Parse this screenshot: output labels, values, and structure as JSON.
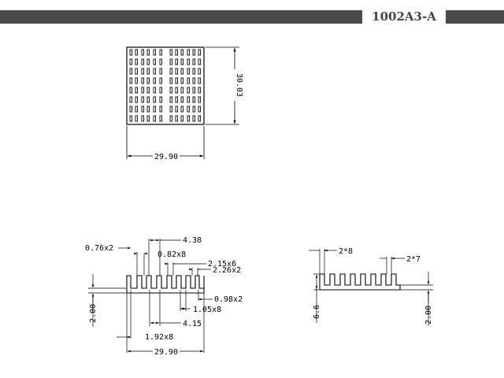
{
  "header": {
    "model_code": "1002A3-A",
    "bar_color": "#4a4a4a"
  },
  "top_view": {
    "width_label": "29.90",
    "height_label": "30.03"
  },
  "front_view": {
    "labels": {
      "left_edge": "0.76x2",
      "slot_width": "0.82x8",
      "pitch_top": "4.38",
      "fin_pitch": "2.15x6",
      "end_fin": "2.26x2",
      "right_edge": "0.98x2",
      "fin_width": "1.05x8",
      "pitch_bottom": "4.15",
      "gap": "1.92x8",
      "overall_width": "29.90",
      "base_height": "2.00"
    }
  },
  "side_view": {
    "labels": {
      "left_pitch": "2*8",
      "right_pitch": "2*7",
      "total_height": "6.6",
      "base_height": "2.00"
    }
  }
}
